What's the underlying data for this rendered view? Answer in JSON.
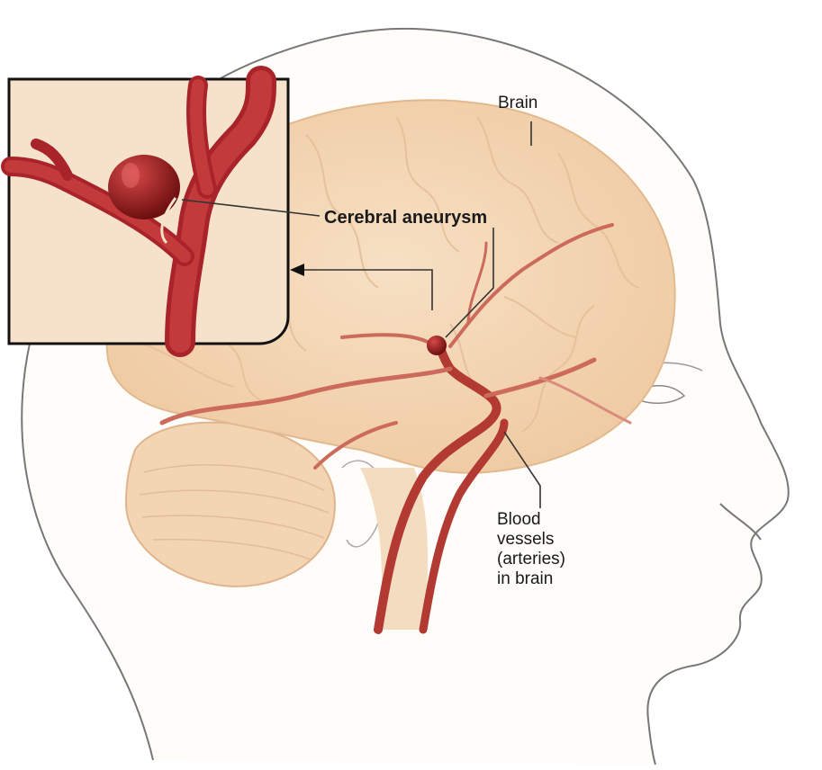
{
  "labels": {
    "brain": "Brain",
    "aneurysm": "Cerebral aneurysm",
    "vessels_line1": "Blood",
    "vessels_line2": "vessels",
    "vessels_line3": "(arteries)",
    "vessels_line4": "in brain"
  },
  "colors": {
    "brain_fill": "#f5d9b8",
    "brain_outline": "#e2b98f",
    "artery": "#b52a2a",
    "artery_light": "#d46b5f",
    "inset_bg": "#f6e2cb",
    "outline": "#555555"
  }
}
